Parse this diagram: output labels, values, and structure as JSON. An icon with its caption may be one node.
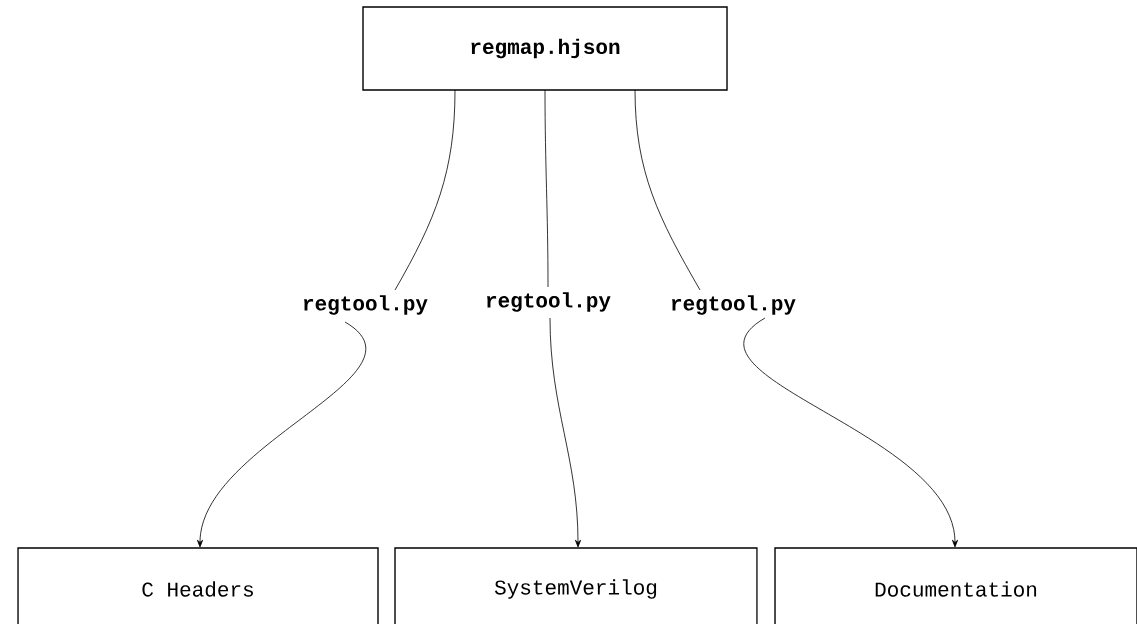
{
  "diagram": {
    "nodes": [
      {
        "text": [
          "regmap.hjson"
        ]
      },
      {
        "text": [
          "C Headers"
        ]
      },
      {
        "text": [
          "SystemVerilog"
        ]
      },
      {
        "text": [
          "Documentation"
        ]
      }
    ],
    "edges": [
      {
        "from": 0,
        "to": 1,
        "arrow": "to",
        "label": "regtool.py"
      },
      {
        "from": 0,
        "to": 2,
        "arrow": "to",
        "label": "regtool.py"
      },
      {
        "from": 0,
        "to": 3,
        "arrow": "to",
        "label": "regtool.py"
      }
    ]
  }
}
